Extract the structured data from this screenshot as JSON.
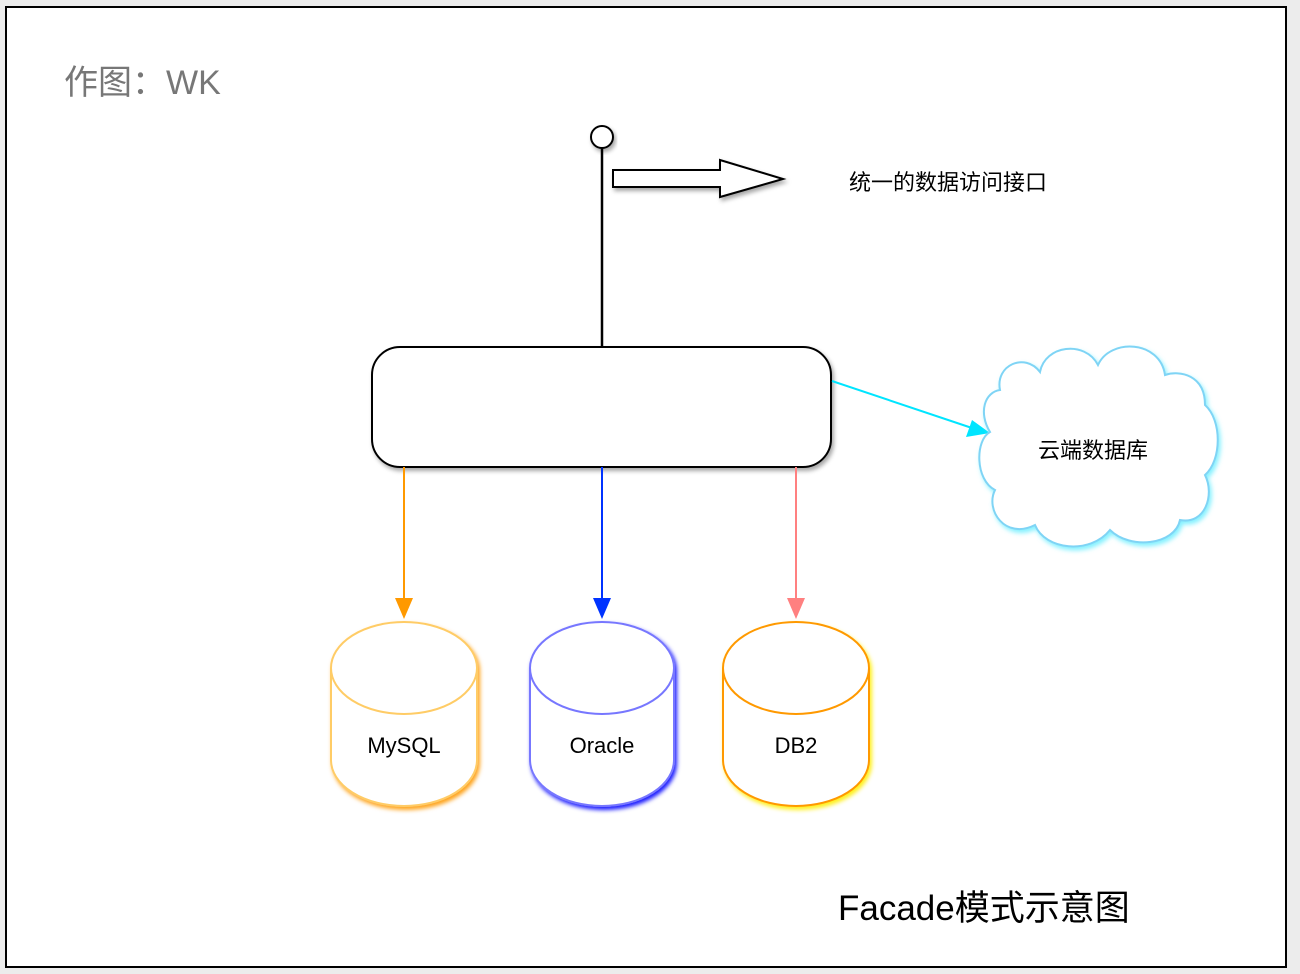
{
  "author_label": "作图：WK",
  "interface_label": "统一的数据访问接口",
  "facade_box_label": "",
  "cloud": {
    "label": "云端数据库",
    "stroke_color": "#7fd4f5",
    "glow_color": "#66eeff",
    "arrow_color": "#00e5ff"
  },
  "databases": [
    {
      "label": "MySQL",
      "stroke_color": "#ffcc66",
      "shadow_color": "#ff9900",
      "arrow_color": "#ff9900"
    },
    {
      "label": "Oracle",
      "stroke_color": "#7777ff",
      "shadow_color": "#0000ff",
      "arrow_color": "#0033ff"
    },
    {
      "label": "DB2",
      "stroke_color": "#ff9900",
      "shadow_color": "#ffee00",
      "arrow_color": "#ff8080"
    }
  ],
  "caption": "Facade模式示意图",
  "colors": {
    "background": "#ececec",
    "frame": "#000000",
    "author_text": "#777777"
  }
}
